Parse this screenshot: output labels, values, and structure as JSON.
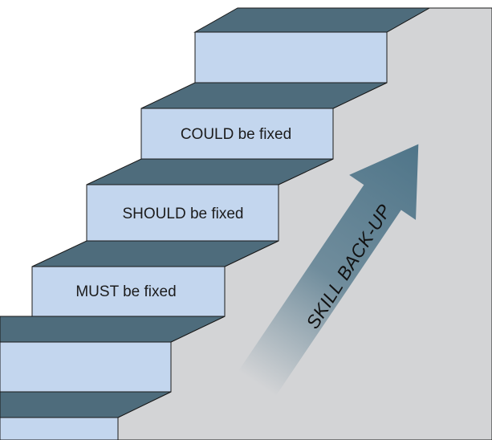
{
  "steps": [
    {
      "label": ""
    },
    {
      "label": "COULD be fixed"
    },
    {
      "label": "SHOULD be fixed"
    },
    {
      "label": "MUST be fixed"
    },
    {
      "label": ""
    },
    {
      "label": ""
    }
  ],
  "arrow": {
    "label": "SKILL BACK-UP"
  },
  "colors": {
    "wall": "#d3d4d6",
    "tread_top": "#4e6c7c",
    "riser_face": "#c3d6ee",
    "arrow": "#4f7589",
    "outline": "#1a1a1a"
  }
}
